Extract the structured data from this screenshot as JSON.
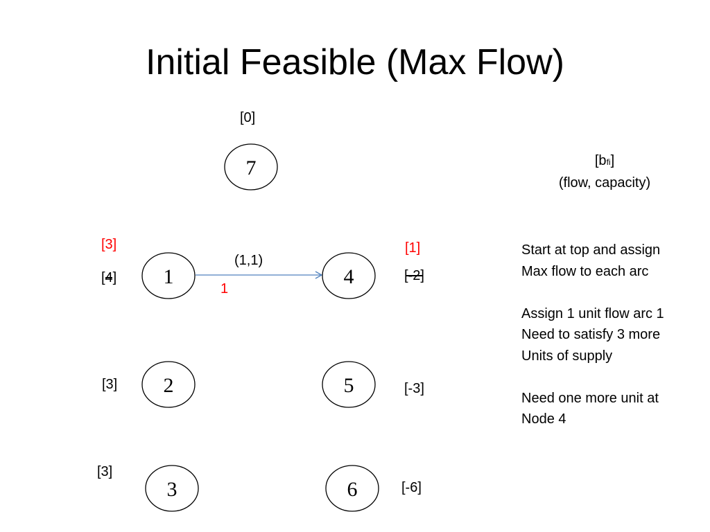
{
  "title": "Initial Feasible (Max Flow)",
  "colors": {
    "red": "#ff0000",
    "arc": "#4f81bd"
  },
  "nodes": [
    {
      "id": "7",
      "label": "7",
      "supply_label": "[0]"
    },
    {
      "id": "1",
      "label": "1",
      "supply_label": "[4]",
      "updated_label": "[3]"
    },
    {
      "id": "4",
      "label": "4",
      "supply_label": "[-2]",
      "updated_label": "[1]"
    },
    {
      "id": "2",
      "label": "2",
      "supply_label": "[3]"
    },
    {
      "id": "5",
      "label": "5",
      "supply_label": "[-3]"
    },
    {
      "id": "3",
      "label": "3",
      "supply_label": "[3]"
    },
    {
      "id": "6",
      "label": "6",
      "supply_label": "[-6]"
    }
  ],
  "arcs": [
    {
      "from": "1",
      "to": "4",
      "label": "(1,1)",
      "flow": "1"
    }
  ],
  "legend": {
    "b_prefix": "[b",
    "b_sub": "fi",
    "b_suffix": "]",
    "line2": "(flow, capacity)"
  },
  "notes": [
    "Start at top and assign",
    "Max flow to each arc",
    "",
    "Assign 1 unit flow arc 1",
    "Need to satisfy 3 more",
    "Units of supply",
    "",
    "Need one more unit at",
    "Node 4"
  ]
}
